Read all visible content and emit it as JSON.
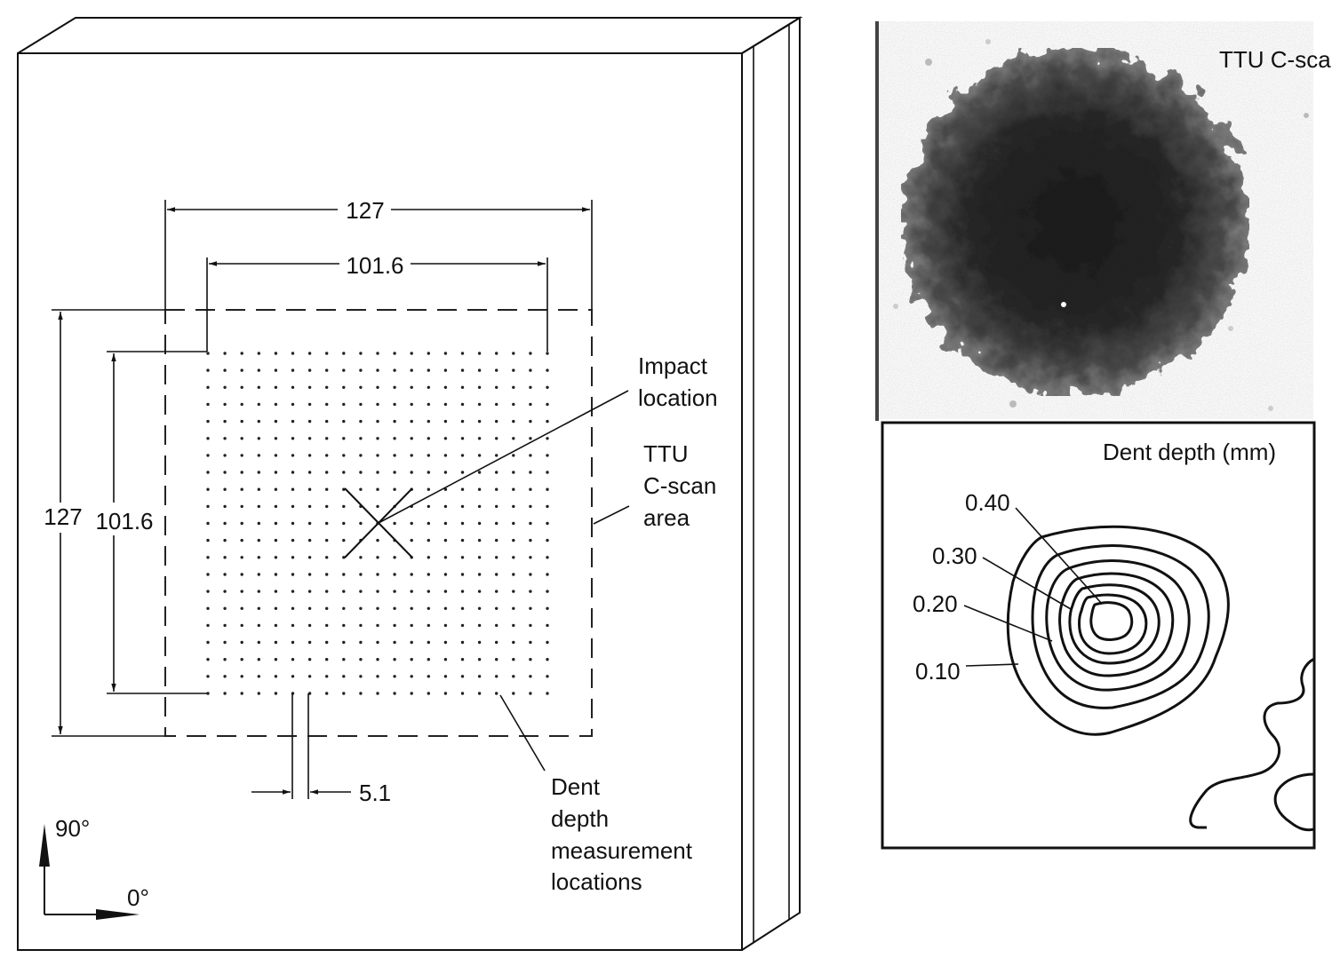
{
  "panel": {
    "dims": {
      "outer_width": "127",
      "inner_width": "101.6",
      "outer_height": "127",
      "inner_height": "101.6",
      "spacing": "5.1"
    },
    "labels": {
      "impact_line1": "Impact",
      "impact_line2": "location",
      "cscan_line1": "TTU",
      "cscan_line2": "C-scan",
      "cscan_line3": "area",
      "dent_line1": "Dent",
      "dent_line2": "depth",
      "dent_line3": "measurement",
      "dent_line4": "locations"
    },
    "axes": {
      "vertical": "90°",
      "horizontal": "0°"
    }
  },
  "cscan": {
    "title": "TTU C-sca"
  },
  "contour_plot": {
    "title": "Dent depth (mm)",
    "levels": [
      "0.40",
      "0.30",
      "0.20",
      "0.10"
    ]
  }
}
